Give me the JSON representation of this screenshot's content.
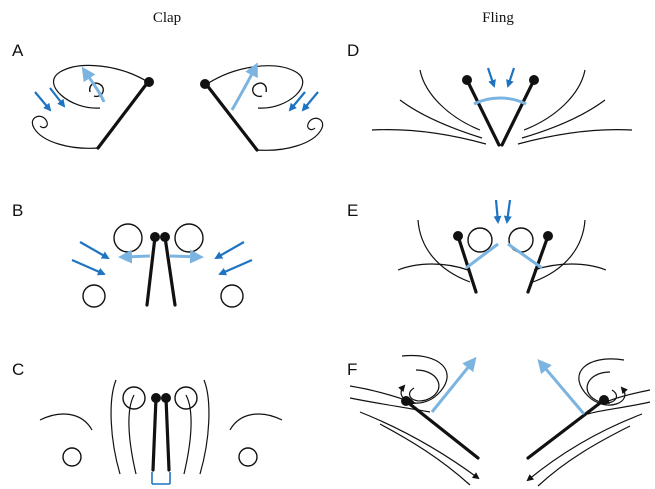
{
  "columns": {
    "left": "Clap",
    "right": "Fling"
  },
  "panels": [
    "A",
    "B",
    "C",
    "D",
    "E",
    "F"
  ],
  "colors": {
    "flow_arrow": "#1f74c2",
    "induced_flow_arrow": "#7bb4e0",
    "wing": "#111111"
  }
}
